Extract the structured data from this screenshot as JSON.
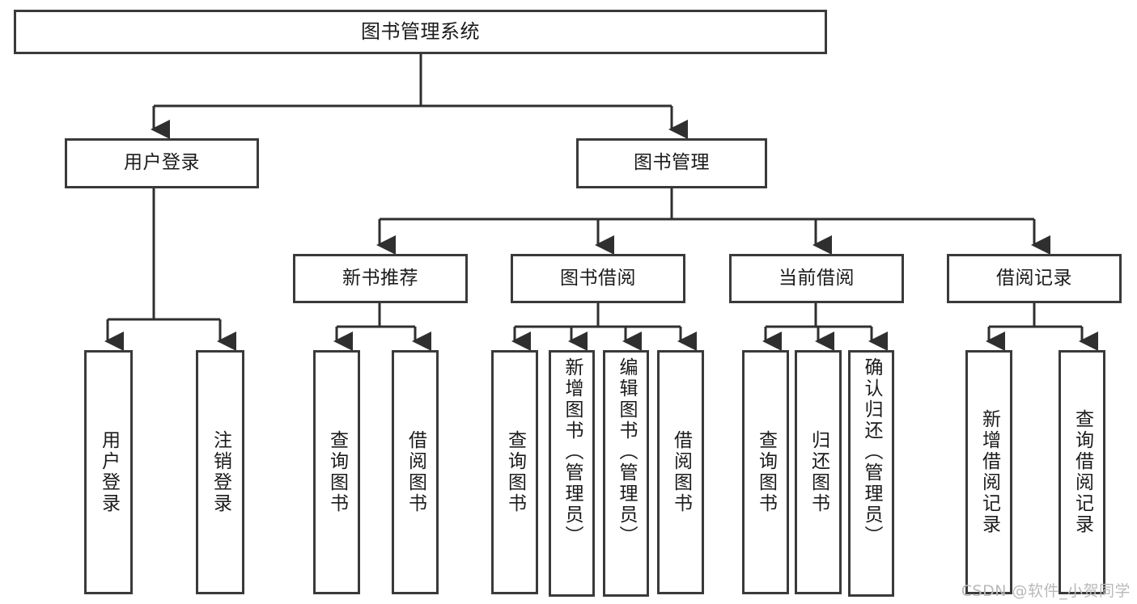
{
  "diagram": {
    "title_text": "图书管理系统",
    "type": "tree-hierarchy",
    "watermark": "CSDN @软件_小贺同学",
    "colors": {
      "box_border": "#3a3a3a",
      "box_fill": "#ffffff",
      "connector": "#2f2f2f",
      "text": "#1b1b1b",
      "watermark": "#b9b9b9",
      "page_background": "#ffffff"
    },
    "nodes": {
      "root": {
        "label": "图书管理系统",
        "orientation": "horizontal"
      },
      "level2": [
        {
          "id": "user-login",
          "label": "用户登录",
          "orientation": "horizontal"
        },
        {
          "id": "book-management",
          "label": "图书管理",
          "orientation": "horizontal"
        }
      ],
      "level3": [
        {
          "id": "new-book-recommend",
          "label": "新书推荐",
          "orientation": "horizontal"
        },
        {
          "id": "book-borrow",
          "label": "图书借阅",
          "orientation": "horizontal"
        },
        {
          "id": "current-borrow",
          "label": "当前借阅",
          "orientation": "horizontal"
        },
        {
          "id": "borrow-record",
          "label": "借阅记录",
          "orientation": "horizontal"
        }
      ],
      "leaves": [
        {
          "id": "leaf-user-login",
          "label": "用户登录",
          "parent": "user-login",
          "orientation": "vertical"
        },
        {
          "id": "leaf-logout-login",
          "label": "注销登录",
          "parent": "user-login",
          "orientation": "vertical"
        },
        {
          "id": "leaf-query-book-1",
          "label": "查询图书",
          "parent": "new-book-recommend",
          "orientation": "vertical"
        },
        {
          "id": "leaf-borrow-book-1",
          "label": "借阅图书",
          "parent": "new-book-recommend",
          "orientation": "vertical"
        },
        {
          "id": "leaf-query-book-2",
          "label": "查询图书",
          "parent": "book-borrow",
          "orientation": "vertical"
        },
        {
          "id": "leaf-add-book",
          "label": "新增图书（管理员）",
          "parent": "book-borrow",
          "orientation": "vertical"
        },
        {
          "id": "leaf-edit-book",
          "label": "编辑图书（管理员）",
          "parent": "book-borrow",
          "orientation": "vertical"
        },
        {
          "id": "leaf-borrow-book-2",
          "label": "借阅图书",
          "parent": "book-borrow",
          "orientation": "vertical"
        },
        {
          "id": "leaf-query-book-3",
          "label": "查询图书",
          "parent": "current-borrow",
          "orientation": "vertical"
        },
        {
          "id": "leaf-return-book",
          "label": "归还图书",
          "parent": "current-borrow",
          "orientation": "vertical"
        },
        {
          "id": "leaf-confirm-return",
          "label": "确认归还（管理员）",
          "parent": "current-borrow",
          "orientation": "vertical"
        },
        {
          "id": "leaf-add-record",
          "label": "新增借阅记录",
          "parent": "borrow-record",
          "orientation": "vertical"
        },
        {
          "id": "leaf-query-record",
          "label": "查询借阅记录",
          "parent": "borrow-record",
          "orientation": "vertical"
        }
      ]
    }
  }
}
